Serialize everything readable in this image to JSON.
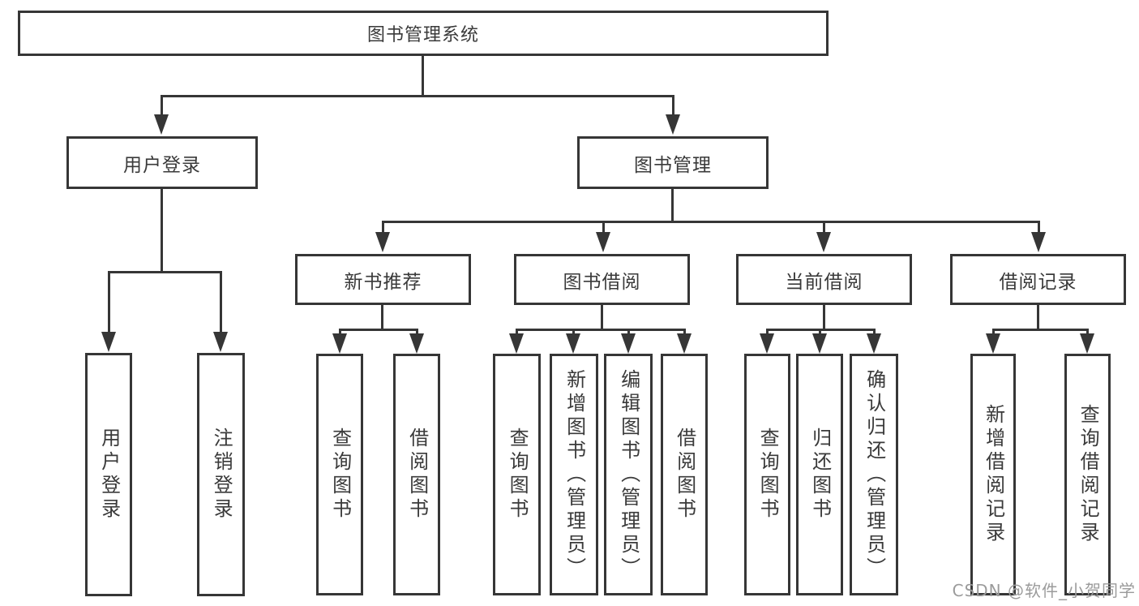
{
  "diagram": {
    "title": "图书管理系统",
    "watermark": "CSDN @软件_小贺同学",
    "colors": {
      "line": "#363636",
      "box_fill": "#ffffff",
      "text": "#3a3a3a",
      "watermark": "#9b9b9b"
    },
    "nodes": {
      "root": {
        "label": "图书管理系统"
      },
      "user_login": {
        "label": "用户登录"
      },
      "book_management": {
        "label": "图书管理"
      },
      "new_book_recommend": {
        "label": "新书推荐"
      },
      "book_borrowing": {
        "label": "图书借阅"
      },
      "current_borrowing": {
        "label": "当前借阅"
      },
      "borrowing_records": {
        "label": "借阅记录"
      },
      "leaf_user_login": {
        "label": "用户登录"
      },
      "leaf_logout": {
        "label": "注销登录"
      },
      "leaf_nb_query_books": {
        "label": "查询图书"
      },
      "leaf_nb_borrow_books": {
        "label": "借阅图书"
      },
      "leaf_bb_query_books": {
        "label": "查询图书"
      },
      "leaf_bb_add_books": {
        "label": "新增图书（管理员）"
      },
      "leaf_bb_edit_books": {
        "label": "编辑图书（管理员）"
      },
      "leaf_bb_borrow_books": {
        "label": "借阅图书"
      },
      "leaf_cb_query_books": {
        "label": "查询图书"
      },
      "leaf_cb_return_books": {
        "label": "归还图书"
      },
      "leaf_cb_confirm_return": {
        "label": "确认归还（管理员）"
      },
      "leaf_br_add_record": {
        "label": "新增借阅记录"
      },
      "leaf_br_query_record": {
        "label": "查询借阅记录"
      }
    }
  }
}
